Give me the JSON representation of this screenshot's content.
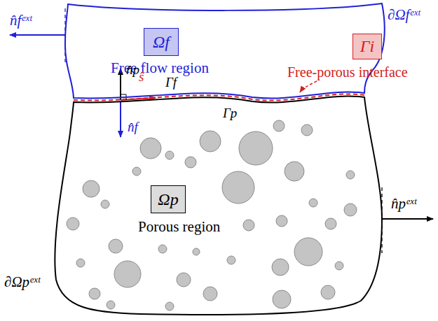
{
  "diagram": {
    "nodes": [
      {
        "text": [
          "Free flow region"
        ]
      },
      {
        "text": [
          "Ωf"
        ],
        "in": 0
      },
      {
        "text": [
          "Porous region"
        ]
      },
      {
        "text": [
          "Ωp"
        ],
        "in": 2
      },
      {
        "text": [
          "Γi"
        ]
      }
    ],
    "labels": [
      "∂Ωfᵉˣᵗ",
      "n̂fᵉˣᵗ",
      "Free-porous interface",
      "n̂p",
      "ŝ",
      "n̂f",
      "Γf",
      "Γp",
      "n̂pᵉˣᵗ",
      "∂Ωpᵉˣᵗ"
    ]
  }
}
